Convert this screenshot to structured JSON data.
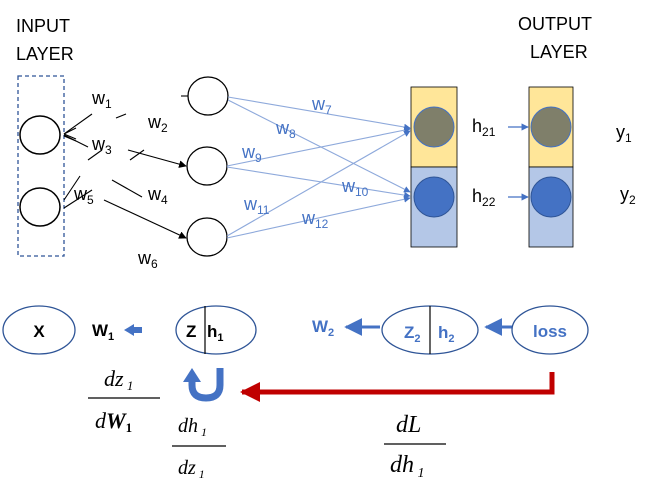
{
  "colors": {
    "blue": "#4472C4",
    "dark_blue": "#2F5597",
    "red": "#C00000",
    "yellow_fill": "#FFE699",
    "blue_fill": "#B4C7E7",
    "olive_node": "#7F7F6A",
    "blue_node": "#4472C4"
  },
  "layers": {
    "input_title": [
      "INPUT",
      "LAYER"
    ],
    "output_title": [
      "OUTPUT",
      "LAYER"
    ]
  },
  "weights_black": [
    "w1",
    "w2",
    "w3",
    "w4",
    "w5",
    "w6"
  ],
  "weights_blue": [
    "w7",
    "w8",
    "w9",
    "w10",
    "w11",
    "w12"
  ],
  "hidden_outputs": [
    "h21",
    "h22"
  ],
  "outputs": [
    "y1",
    "y2"
  ],
  "chain": {
    "x": "X",
    "w1": "W1",
    "z1": "Z",
    "h1": "h1",
    "w2": "W2",
    "z2": "Z2",
    "h2": "h2",
    "loss": "loss"
  },
  "derivatives": {
    "dz1_dw1": {
      "num": "dz1",
      "den": "dW1"
    },
    "dh1_dz1": {
      "num": "dh1",
      "den": "dz1"
    },
    "dl_dh1": {
      "num": "dL",
      "den": "dh1"
    }
  }
}
